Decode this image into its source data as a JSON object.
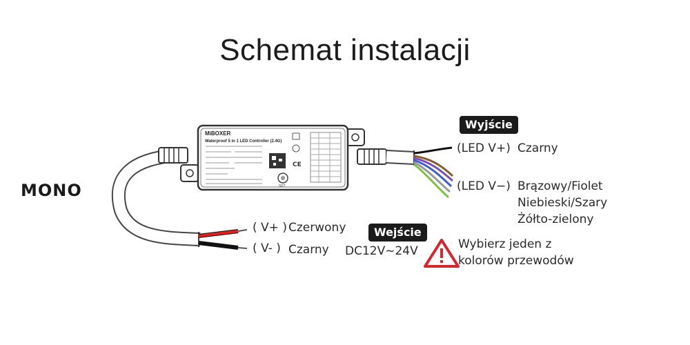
{
  "title": "Schemat instalacji",
  "mono_label": "MONO",
  "output": {
    "badge": "Wyjście",
    "led_plus": "(LED V+)",
    "led_plus_color": "Czarny",
    "led_minus": "(LED V−)",
    "led_minus_colors": [
      "Brązowy/Fiolet",
      "Niebieski/Szary",
      "Żółto-zielony"
    ]
  },
  "input": {
    "badge": "Wejście",
    "v_plus": "( V+ )",
    "v_plus_color": "Czerwony",
    "v_minus": "( V- )",
    "v_minus_color": "Czarny",
    "voltage": "DC12V~24V"
  },
  "warning": {
    "icon": "warning-triangle-icon",
    "lines": [
      "Wybierz jeden z",
      "kolorów przewodów"
    ]
  },
  "device": {
    "brand": "MiBOXER",
    "model_line": "Waterproof 5 in 1 LED Controller (2.4G)",
    "button_label": "SET"
  },
  "colors": {
    "warning_red": "#d7262d",
    "wire_brown": "#8a5a2b",
    "wire_purple": "#7b4fb3",
    "wire_blue": "#3a5fcd",
    "wire_gray": "#9a9a9a",
    "wire_green": "#7cc142",
    "wire_red": "#e02020",
    "wire_black": "#111111"
  }
}
